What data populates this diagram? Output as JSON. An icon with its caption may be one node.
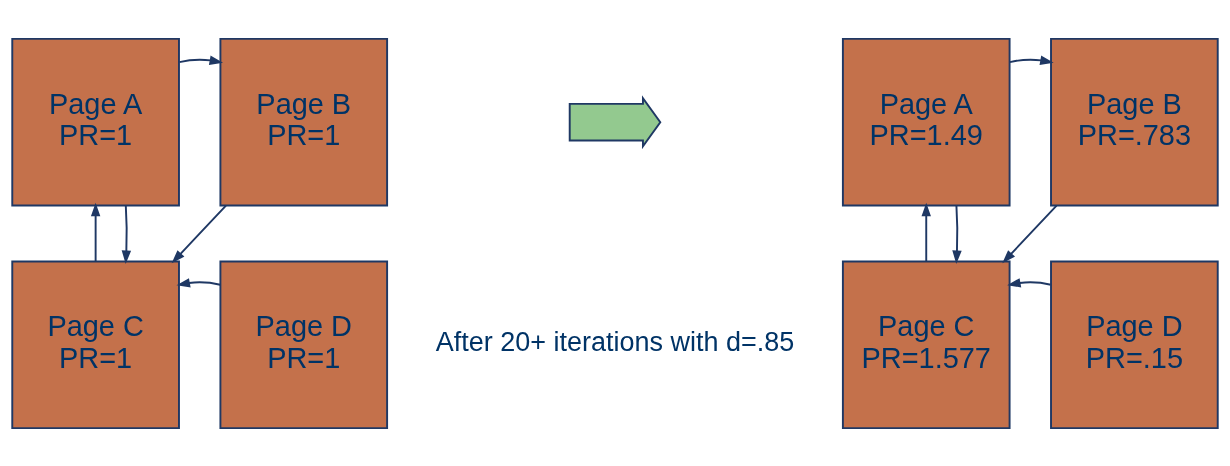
{
  "diagram": {
    "nodes": [
      {
        "text": [
          "Page A",
          "PR=1"
        ]
      },
      {
        "text": [
          "Page B",
          "PR=1"
        ]
      },
      {
        "text": [
          "Page C",
          "PR=1"
        ]
      },
      {
        "text": [
          "Page D",
          "PR=1"
        ]
      },
      {
        "text": [],
        "shape": "arrow"
      },
      {
        "text": [
          "Page A",
          "PR=1.49"
        ]
      },
      {
        "text": [
          "Page B",
          "PR=.783"
        ]
      },
      {
        "text": [
          "Page C",
          "PR=1.577"
        ]
      },
      {
        "text": [
          "Page D",
          "PR=.15"
        ]
      }
    ],
    "edges": [
      {
        "from": 0,
        "to": 1,
        "arrow": "to"
      },
      {
        "from": 2,
        "to": 0,
        "arrow": "to"
      },
      {
        "from": 0,
        "to": 2,
        "arrow": "to"
      },
      {
        "from": 1,
        "to": 2,
        "arrow": "to"
      },
      {
        "from": 3,
        "to": 2,
        "arrow": "to"
      },
      {
        "from": 5,
        "to": 6,
        "arrow": "to"
      },
      {
        "from": 7,
        "to": 5,
        "arrow": "to"
      },
      {
        "from": 5,
        "to": 7,
        "arrow": "to"
      },
      {
        "from": 6,
        "to": 7,
        "arrow": "to"
      },
      {
        "from": 8,
        "to": 7,
        "arrow": "to"
      }
    ],
    "labels": [
      "After 20+ iterations with d=.85"
    ]
  }
}
